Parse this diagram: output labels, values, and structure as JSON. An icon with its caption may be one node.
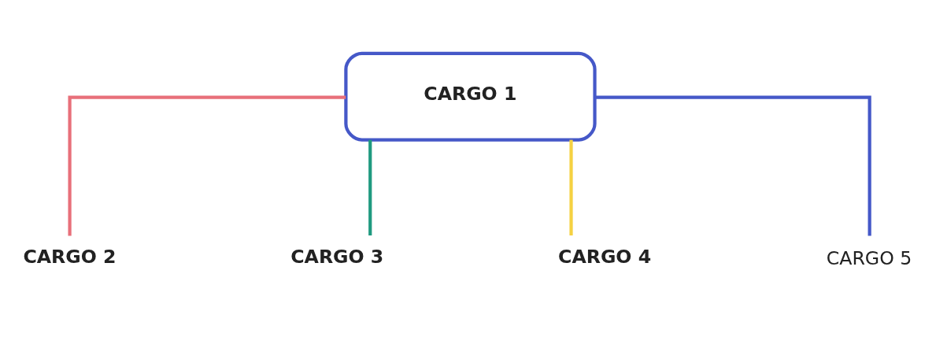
{
  "diagram": {
    "nodes": [
      {
        "text": [
          "CARGO 1"
        ]
      },
      {
        "text": [
          "CARGO 2"
        ]
      },
      {
        "text": [
          "CARGO 3"
        ]
      },
      {
        "text": [
          "CARGO 4"
        ]
      },
      {
        "text": [
          "CARGO 5"
        ]
      }
    ],
    "edges": [
      {
        "from": 0,
        "to": 1,
        "arrow": "none",
        "color": "#e8707a"
      },
      {
        "from": 0,
        "to": 2,
        "arrow": "none",
        "color": "#1f9a80"
      },
      {
        "from": 0,
        "to": 3,
        "arrow": "none",
        "color": "#f5d142"
      },
      {
        "from": 0,
        "to": 4,
        "arrow": "none",
        "color": "#4558c8"
      }
    ]
  }
}
